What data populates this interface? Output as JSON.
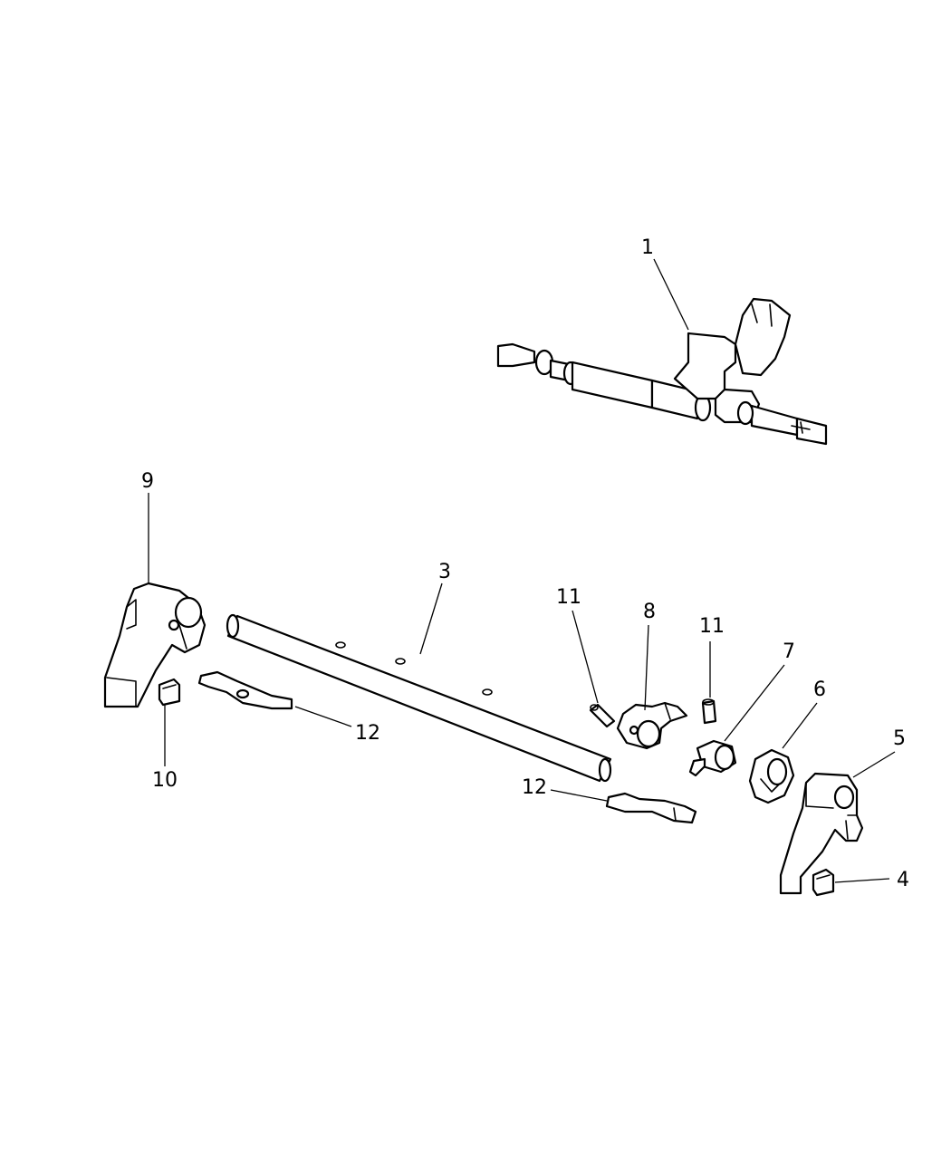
{
  "callouts": {
    "c1": "1",
    "c3": "3",
    "c4": "4",
    "c5": "5",
    "c6": "6",
    "c7": "7",
    "c8": "8",
    "c9": "9",
    "c10": "10",
    "c11a": "11",
    "c11b": "11",
    "c12a": "12",
    "c12b": "12"
  },
  "colors": {
    "line": "#000000",
    "background": "#ffffff"
  }
}
